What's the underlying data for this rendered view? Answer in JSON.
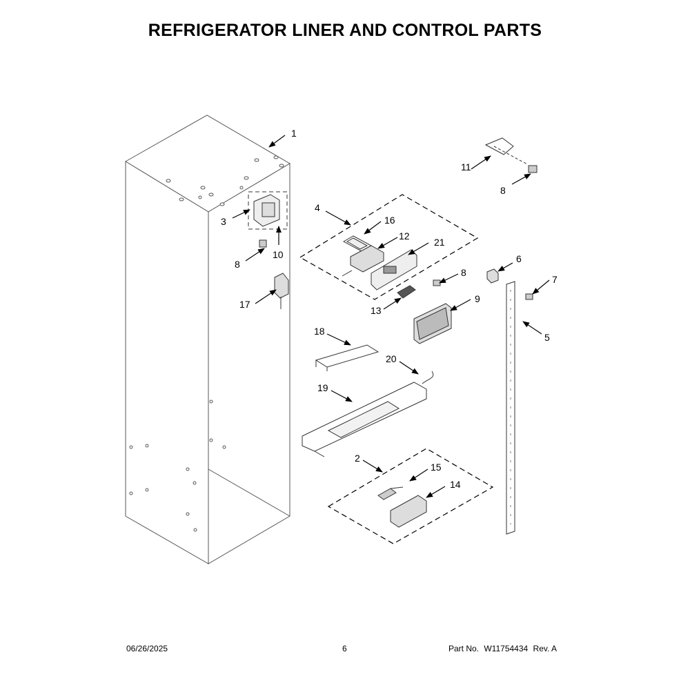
{
  "title": "REFRIGERATOR LINER AND CONTROL PARTS",
  "callouts": [
    "1",
    "2",
    "3",
    "4",
    "5",
    "6",
    "7",
    "8",
    "8",
    "8",
    "8",
    "9",
    "10",
    "11",
    "12",
    "13",
    "14",
    "15",
    "16",
    "17",
    "18",
    "19",
    "20",
    "21"
  ],
  "footer": {
    "date": "06/26/2025",
    "page": "6",
    "part_label": "Part No.",
    "part_number": "W11754434",
    "revision": "Rev.  A"
  }
}
